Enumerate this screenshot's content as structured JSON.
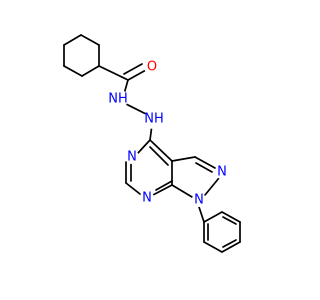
{
  "colors": {
    "background": "#ffffff",
    "bond": "#000000",
    "oxygen": "#ff0000",
    "nitrogen": "#0000ff"
  },
  "atoms": {
    "O": "O",
    "NH_upper": "NH",
    "NH_lower": "NH",
    "N_pyr_top": "N",
    "N_pyr_bottom": "N",
    "N_pz_2": "N",
    "N_pz_1": "N"
  }
}
